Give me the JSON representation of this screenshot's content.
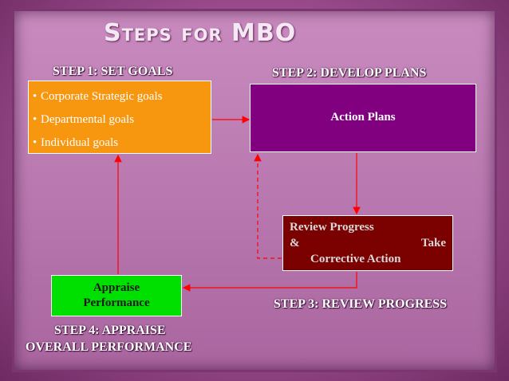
{
  "title": "Steps for MBO",
  "step1": {
    "heading": "STEP 1: SET GOALS",
    "goals": [
      "Corporate Strategic goals",
      "Departmental goals",
      "Individual goals"
    ],
    "bullet": "•"
  },
  "step2": {
    "heading": "STEP 2: DEVELOP PLANS",
    "box_label": "Action Plans"
  },
  "step3": {
    "heading": "STEP 3: REVIEW PROGRESS",
    "box_line1": "Review Progress",
    "box_line2_left": "&",
    "box_line2_right": "Take",
    "box_line3": "Corrective Action"
  },
  "step4": {
    "heading_line1": "STEP 4:  APPRAISE",
    "heading_line2": "OVERALL PERFORMANCE",
    "box_line1": "Appraise",
    "box_line2": "Performance"
  },
  "colors": {
    "goals_box": "#f7960f",
    "plans_box": "#800080",
    "review_box": "#7b0000",
    "appraise_box": "#00e000",
    "arrow": "#ff0000"
  }
}
